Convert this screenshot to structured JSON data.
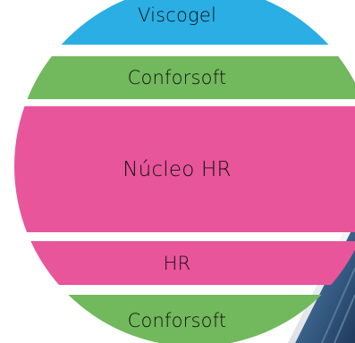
{
  "colors": {
    "viscogel": "#2aaee4",
    "conforsoft": "#72b85c",
    "hr": "#e8559a",
    "background": "#ffffff",
    "text": "#111111"
  },
  "layers": [
    {
      "label": "Viscogel",
      "color_key": "viscogel"
    },
    {
      "label": "Conforsoft",
      "color_key": "conforsoft"
    },
    {
      "label": "Núcleo HR",
      "color_key": "hr"
    },
    {
      "label": "HR",
      "color_key": "hr"
    },
    {
      "label": "Conforsoft",
      "color_key": "conforsoft"
    }
  ],
  "decoration": {
    "corner_image": "mattress-photo-fragment"
  }
}
